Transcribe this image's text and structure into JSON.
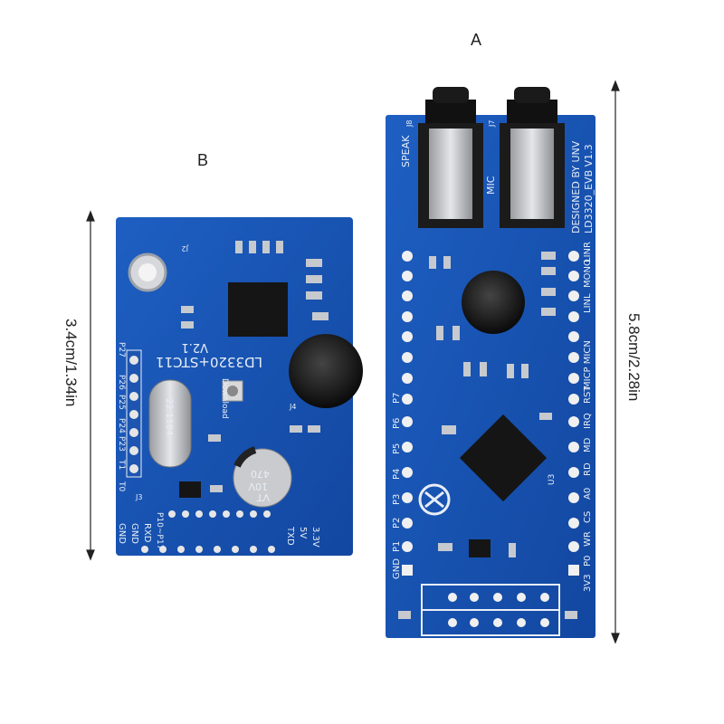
{
  "labels": {
    "board_a": "A",
    "board_b": "B"
  },
  "dimensions": {
    "board_a": "5.8cm/2.28in",
    "board_b": "3.4cm/1.34in"
  },
  "board_a_silk": {
    "jacks": [
      "SPEAK",
      "MIC"
    ],
    "jack_refs": [
      "J8",
      "J7"
    ],
    "credit": "DESIGNED BY UNV",
    "version": "LD3320_EVB V1.3",
    "left_pins": [
      "P7",
      "P6",
      "P5",
      "P4",
      "P3",
      "P2",
      "P1",
      "GND"
    ],
    "right_pins": [
      "LINR",
      "MONO",
      "LINL",
      "RST",
      "IRQ",
      "MD",
      "RD",
      "A0",
      "CS",
      "WR",
      "P0",
      "3V3"
    ],
    "ic_ref": "U3",
    "ic_pins": "MICP MICN"
  },
  "board_b_silk": {
    "title": "LD3320+STC11",
    "version": "V2.1",
    "crystal": "22.1184",
    "cap": [
      "470",
      "10V",
      "VT"
    ],
    "download": "Download",
    "header_left": [
      "P27",
      "P26",
      "P25",
      "P24",
      "P23",
      "T1",
      "T0"
    ],
    "header_bottom": [
      "GND",
      "GND",
      "RXD",
      "P10~P17"
    ],
    "power": [
      "TXD",
      "5V",
      "3.3V"
    ],
    "header_refs": [
      "J3",
      "J4",
      "J2"
    ]
  },
  "colors": {
    "pcb": "#1a56b4",
    "pcb_dark": "#123e8a",
    "silk": "#e8eef6",
    "metal": "#c9cbcf",
    "black": "#111111"
  }
}
